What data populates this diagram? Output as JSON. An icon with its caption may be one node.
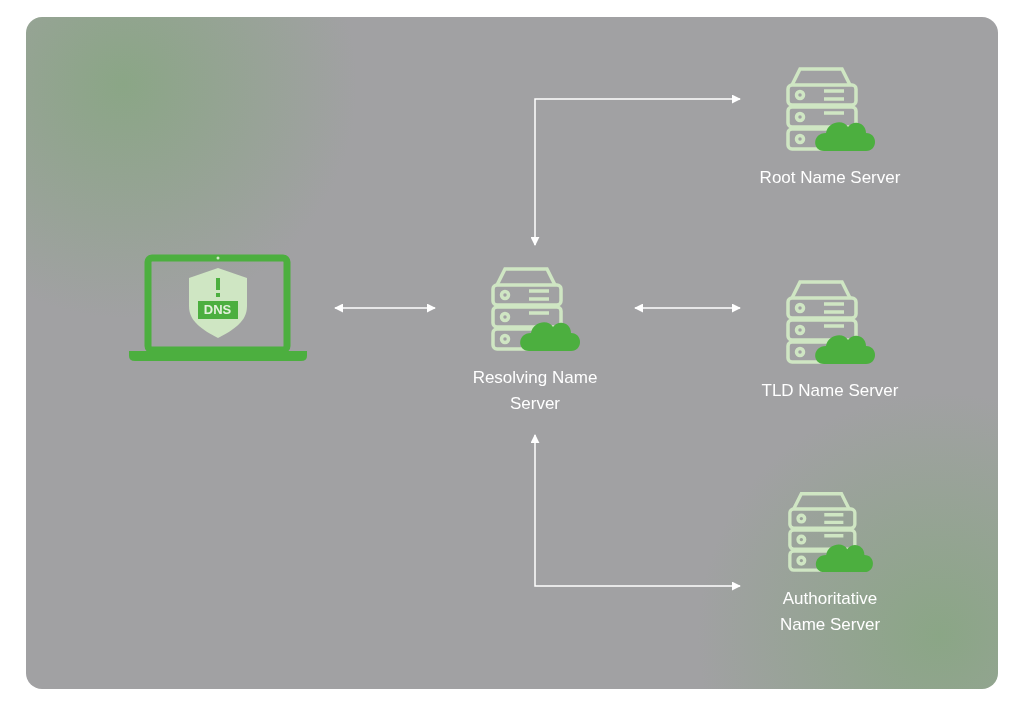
{
  "diagram": {
    "nodes": [
      {
        "text": [
          "DNS"
        ]
      },
      {
        "text": [
          "Resolving Name Server"
        ]
      },
      {
        "text": [
          "Root Name Server"
        ]
      },
      {
        "text": [
          "TLD Name Server"
        ]
      },
      {
        "text": [
          "Authoritative Name Server"
        ]
      }
    ],
    "edges": [
      {
        "from": 0,
        "to": 1,
        "arrow": "both"
      },
      {
        "from": 1,
        "to": 2,
        "arrow": "both"
      },
      {
        "from": 1,
        "to": 3,
        "arrow": "both"
      },
      {
        "from": 1,
        "to": 4,
        "arrow": "both"
      }
    ]
  }
}
